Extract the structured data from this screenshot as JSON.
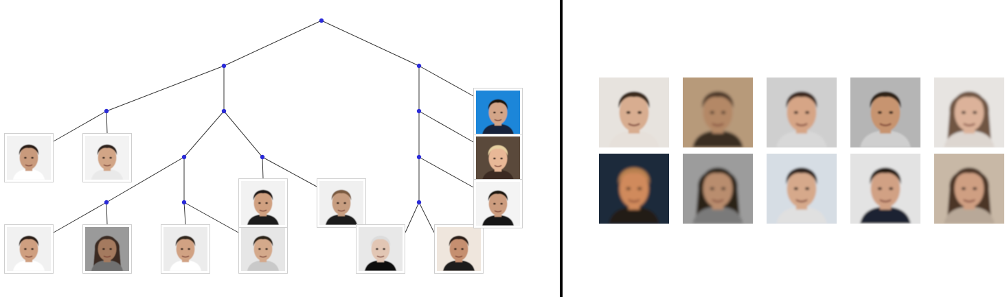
{
  "tree": {
    "edge_color": "#333333",
    "node_color": "#2a2ad8",
    "nodes": [
      {
        "id": "root"
      },
      {
        "id": "n1",
        "parent": "root"
      },
      {
        "id": "n2",
        "parent": "root"
      },
      {
        "id": "n3",
        "parent": "n1"
      },
      {
        "id": "n4",
        "parent": "n1"
      },
      {
        "id": "n5",
        "parent": "n4"
      },
      {
        "id": "n6",
        "parent": "n4"
      },
      {
        "id": "n7",
        "parent": "n5"
      },
      {
        "id": "n8",
        "parent": "n5"
      },
      {
        "id": "n9",
        "parent": "n2"
      },
      {
        "id": "n10",
        "parent": "n9"
      },
      {
        "id": "n11",
        "parent": "n10"
      }
    ],
    "leaves": [
      {
        "id": "L1",
        "parent": "n3",
        "bg": "#f2f2f2",
        "skin": "#c99a7c",
        "hair": "#2a1e17",
        "shirt": "#ffffff",
        "hair_style": "short"
      },
      {
        "id": "L2",
        "parent": "n3",
        "bg": "#f3f3f3",
        "skin": "#d2a586",
        "hair": "#2e211a",
        "shirt": "#e9e9e9",
        "hair_style": "short"
      },
      {
        "id": "L3",
        "parent": "n7",
        "bg": "#f1f1f1",
        "skin": "#cf9f80",
        "hair": "#2b1f18",
        "shirt": "#ffffff",
        "hair_style": "short"
      },
      {
        "id": "L4",
        "parent": "n7",
        "bg": "#9a9a9a",
        "skin": "#a47a5e",
        "hair": "#3a2a20",
        "shirt": "#707070",
        "hair_style": "long"
      },
      {
        "id": "L5",
        "parent": "n8",
        "bg": "#ececec",
        "skin": "#d1a283",
        "hair": "#33251c",
        "shirt": "#ffffff",
        "hair_style": "short"
      },
      {
        "id": "L6",
        "parent": "n8",
        "bg": "#e6e6e6",
        "skin": "#d4a98b",
        "hair": "#2c2019",
        "shirt": "#c9c9c9",
        "hair_style": "short"
      },
      {
        "id": "L7",
        "parent": "n6",
        "bg": "#f2f2f2",
        "skin": "#d0a080",
        "hair": "#1f1712",
        "shirt": "#1a1a1a",
        "hair_style": "short"
      },
      {
        "id": "L8",
        "parent": "n6",
        "bg": "#f0f0f0",
        "skin": "#c79d80",
        "hair": "#7a5a40",
        "shirt": "#1c1c1c",
        "hair_style": "short"
      },
      {
        "id": "L9",
        "parent": "n11",
        "bg": "#e8e8e8",
        "skin": "#e2c6b4",
        "hair": "#dcdcdc",
        "shirt": "#101010",
        "hair_style": "short"
      },
      {
        "id": "L10",
        "parent": "n11",
        "bg": "#efe6dd",
        "skin": "#c58f6f",
        "hair": "#2a1c14",
        "shirt": "#1b1b1b",
        "hair_style": "short"
      },
      {
        "id": "L11",
        "parent": "n2",
        "bg": "#1e86d9",
        "skin": "#d3a588",
        "hair": "#1b1410",
        "shirt": "#15213a",
        "hair_style": "short"
      },
      {
        "id": "L12",
        "parent": "n9",
        "bg": "#5a4a3a",
        "skin": "#e8b897",
        "hair": "#e6cfa0",
        "shirt": "#3a2c20",
        "hair_style": "short"
      },
      {
        "id": "L13",
        "parent": "n10",
        "bg": "#f4f4f4",
        "skin": "#cc9c7e",
        "hair": "#1a1411",
        "shirt": "#141414",
        "hair_style": "short"
      }
    ]
  },
  "samples": [
    {
      "bg": "#e7e3de",
      "skin": "#d8ad90",
      "hair": "#3b2a1f",
      "shirt": "#e6e0da",
      "blur": 1.4,
      "hair_style": "short"
    },
    {
      "bg": "#b79a7a",
      "skin": "#b48866",
      "hair": "#4a3626",
      "shirt": "#3b2e24",
      "blur": 2.2,
      "hair_style": "short"
    },
    {
      "bg": "#cfcfcf",
      "skin": "#d6a586",
      "hair": "#3a281c",
      "shirt": "#d8d8d8",
      "blur": 1.5,
      "hair_style": "short"
    },
    {
      "bg": "#b5b5b5",
      "skin": "#c7946f",
      "hair": "#2e2018",
      "shirt": "#cfcfcf",
      "blur": 1.4,
      "hair_style": "short"
    },
    {
      "bg": "#e7e4e1",
      "skin": "#dcb29a",
      "hair": "#6f5442",
      "shirt": "#ddd6d0",
      "blur": 1.8,
      "hair_style": "long"
    },
    {
      "bg": "#1e2a3a",
      "skin": "#d08a5c",
      "hair": "#b7804f",
      "shirt": "#241c18",
      "blur": 2.0,
      "hair_style": "short"
    },
    {
      "bg": "#9c9c9c",
      "skin": "#b98d6e",
      "hair": "#2c2019",
      "shirt": "#7a7a7a",
      "blur": 2.0,
      "hair_style": "long"
    },
    {
      "bg": "#d6dde4",
      "skin": "#d6a98b",
      "hair": "#2d211a",
      "shirt": "#e0e0e0",
      "blur": 1.6,
      "hair_style": "short"
    },
    {
      "bg": "#e3e3e3",
      "skin": "#d1a184",
      "hair": "#22180f",
      "shirt": "#1e2430",
      "blur": 1.5,
      "hair_style": "short"
    },
    {
      "bg": "#c8b8a6",
      "skin": "#cf9f82",
      "hair": "#4c3626",
      "shirt": "#b8a898",
      "blur": 1.9,
      "hair_style": "long"
    }
  ]
}
